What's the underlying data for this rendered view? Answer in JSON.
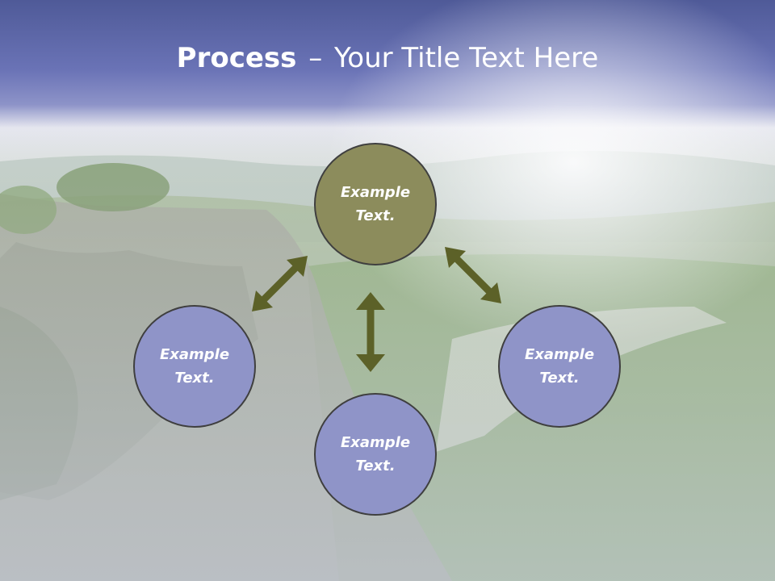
{
  "slide": {
    "title_bold": "Process",
    "title_sep": "–",
    "title_rest": "Your Title Text Here"
  },
  "colors": {
    "header_band": "#6068b0",
    "center_node": "#8c8c5c",
    "side_node": "#8f94c8",
    "arrow": "#5c6128",
    "node_border": "#3f3f3f"
  },
  "diagram": {
    "nodes": [
      {
        "id": "top",
        "text": "Example Text."
      },
      {
        "id": "left",
        "text": "Example Text."
      },
      {
        "id": "bottom",
        "text": "Example Text."
      },
      {
        "id": "right",
        "text": "Example Text."
      }
    ]
  }
}
